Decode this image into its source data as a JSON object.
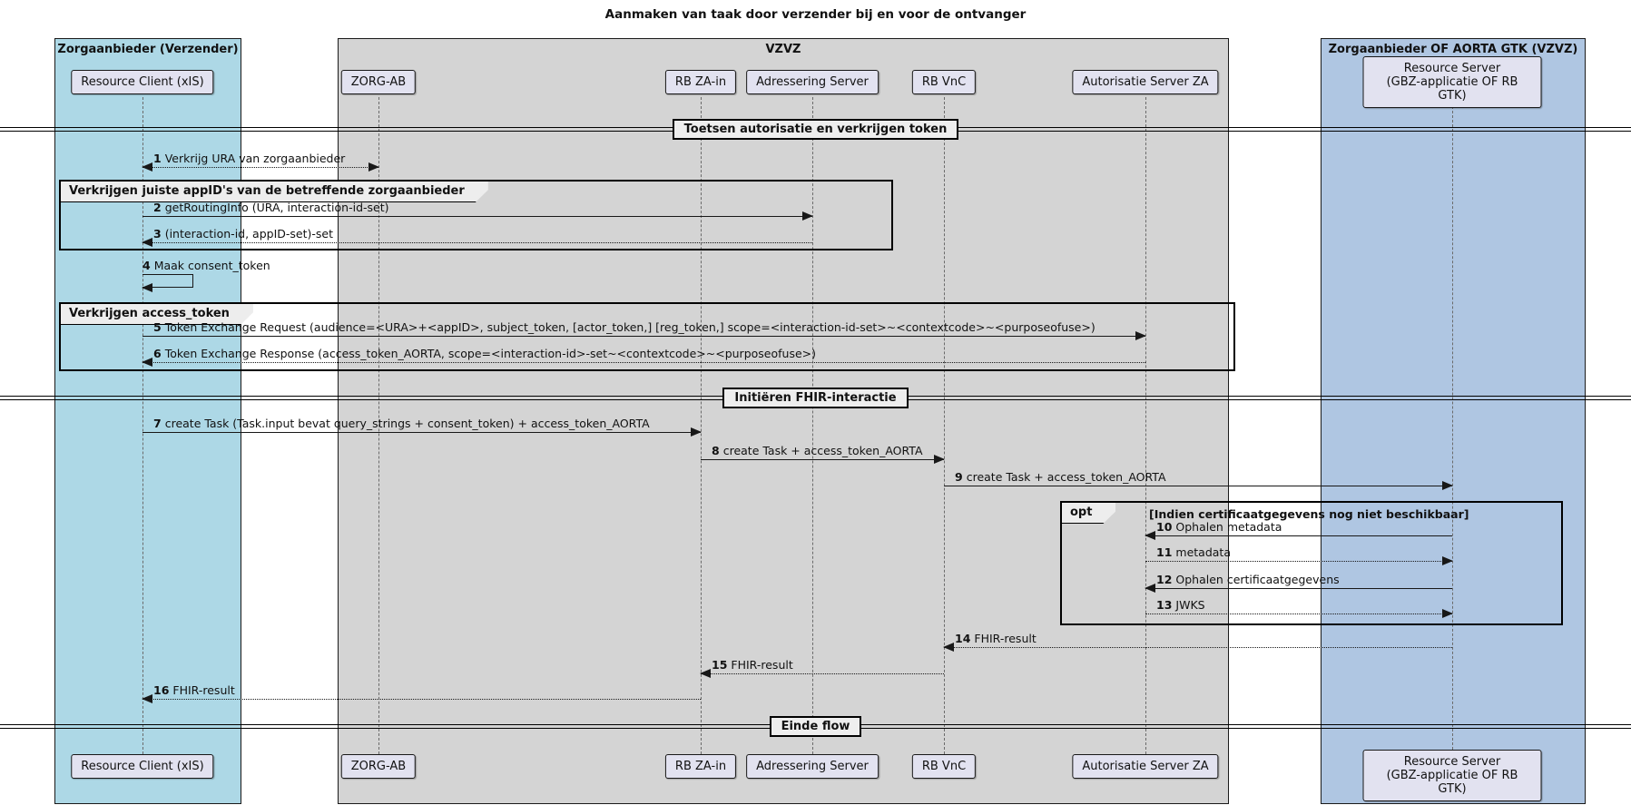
{
  "title": "Aanmaken van taak door verzender bij en voor de ontvanger",
  "containers": [
    {
      "label": "Zorgaanbieder (Verzender)",
      "color": "#ADD8E6"
    },
    {
      "label": "VZVZ",
      "color": "#D4D4D4"
    },
    {
      "label": "Zorgaanbieder OF AORTA GTK (VZVZ)",
      "color": "#AFC6E2"
    }
  ],
  "participants": [
    {
      "label": "Resource Client (xIS)"
    },
    {
      "label": "ZORG-AB"
    },
    {
      "label": "RB ZA-in"
    },
    {
      "label": "Adressering Server"
    },
    {
      "label": "RB VnC"
    },
    {
      "label": "Autorisatie Server ZA"
    },
    {
      "label": "Resource Server\n(GBZ-applicatie OF RB GTK)"
    }
  ],
  "dividers": [
    {
      "label": "Toetsen autorisatie en verkrijgen token"
    },
    {
      "label": "Initiëren FHIR-interactie"
    },
    {
      "label": "Einde flow"
    }
  ],
  "frames": [
    {
      "label": "Verkrijgen juiste appID's van de betreffende zorgaanbieder"
    },
    {
      "label": "Verkrijgen access_token"
    },
    {
      "keyword": "opt",
      "condition": "[Indien certificaatgegevens nog niet beschikbaar]"
    }
  ],
  "messages": [
    {
      "num": "1",
      "text": "Verkrijg URA van zorgaanbieder"
    },
    {
      "num": "2",
      "text": "getRoutingInfo (URA, interaction-id-set)"
    },
    {
      "num": "3",
      "text": "(interaction-id, appID-set)-set"
    },
    {
      "num": "4",
      "text": "Maak consent_token"
    },
    {
      "num": "5",
      "text": "Token Exchange Request (audience=<URA>+<appID>, subject_token, [actor_token,] [reg_token,] scope=<interaction-id-set>~<contextcode>~<purposeofuse>)"
    },
    {
      "num": "6",
      "text": "Token Exchange Response (access_token_AORTA, scope=<interaction-id>-set~<contextcode>~<purposeofuse>)"
    },
    {
      "num": "7",
      "text": "create Task (Task.input bevat query_strings + consent_token) + access_token_AORTA"
    },
    {
      "num": "8",
      "text": "create Task + access_token_AORTA"
    },
    {
      "num": "9",
      "text": "create Task + access_token_AORTA"
    },
    {
      "num": "10",
      "text": "Ophalen metadata"
    },
    {
      "num": "11",
      "text": "metadata"
    },
    {
      "num": "12",
      "text": "Ophalen certificaatgegevens"
    },
    {
      "num": "13",
      "text": "JWKS"
    },
    {
      "num": "14",
      "text": "FHIR-result"
    },
    {
      "num": "15",
      "text": "FHIR-result"
    },
    {
      "num": "16",
      "text": "FHIR-result"
    }
  ],
  "colors": {
    "participant_box": "#E2E2F0",
    "frame_header": "#EDEDED",
    "divider_box": "#EEEEEE",
    "lifeline": "#6B6B6B",
    "arrow": "#181818"
  }
}
